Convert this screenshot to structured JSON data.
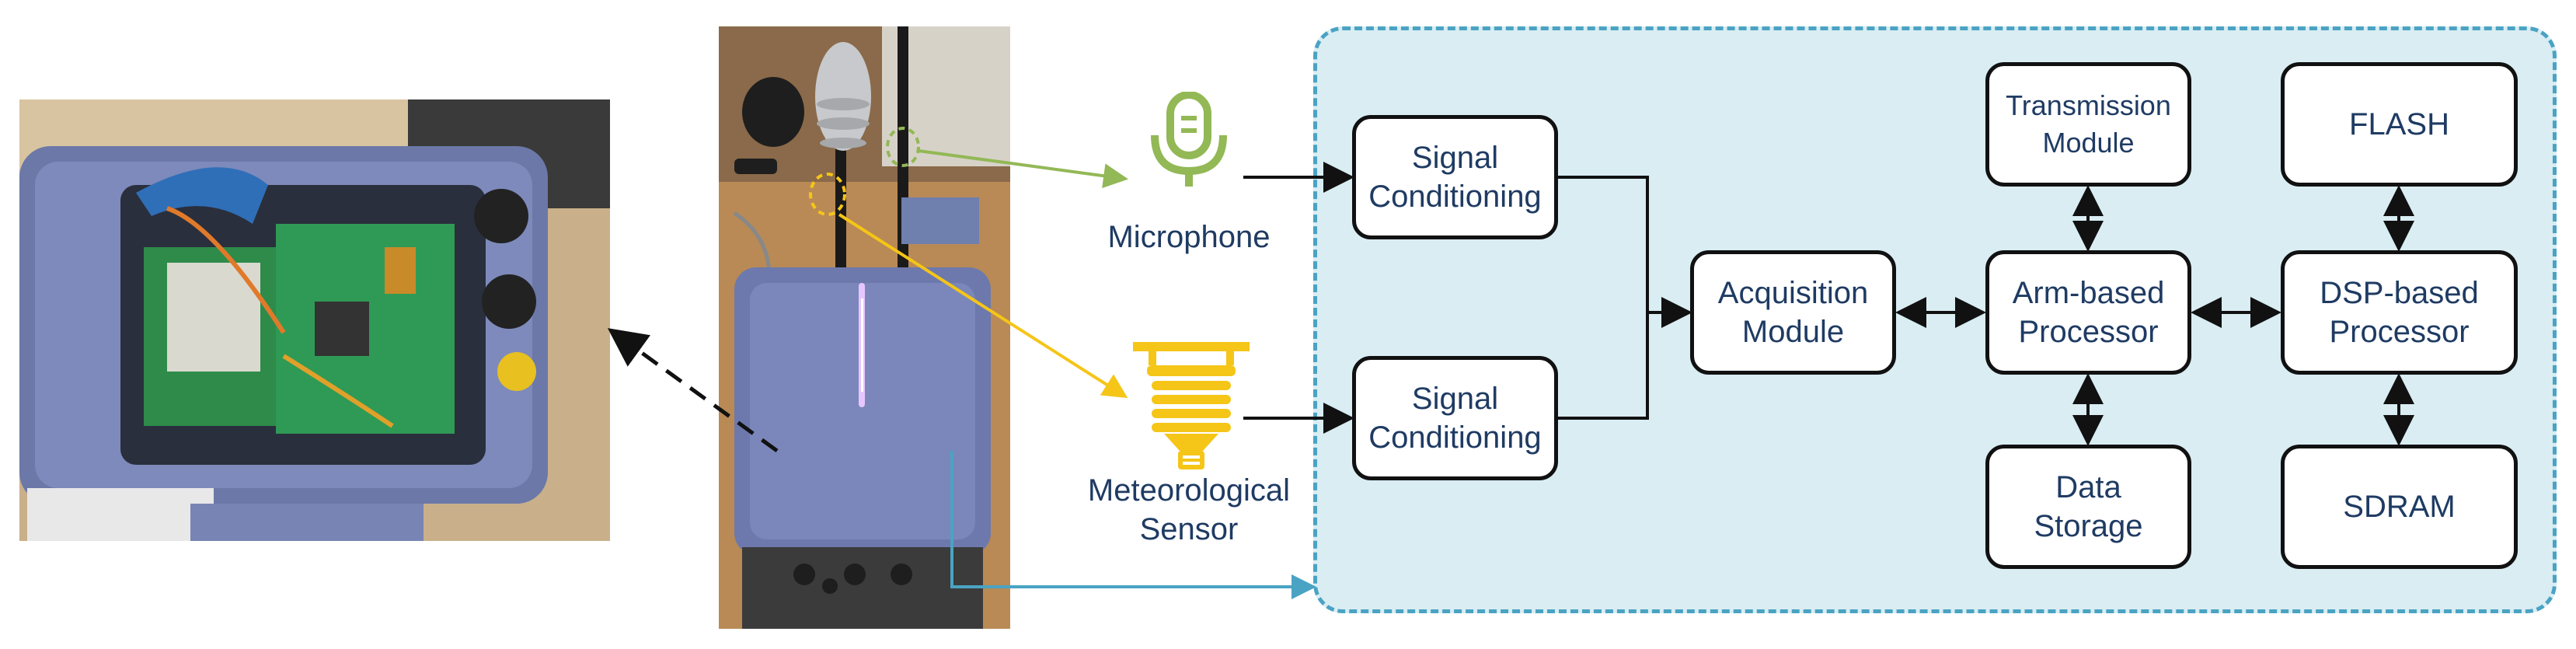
{
  "colors": {
    "panel_fill": "#d9edf3",
    "panel_border": "#4aa3c3",
    "block_text": "#1f3b63",
    "microphone_green": "#93b856",
    "sensor_yellow": "#f5c518",
    "arrow_black": "#111111"
  },
  "sensors": {
    "microphone": {
      "label": "Microphone",
      "icon": "microphone-icon"
    },
    "meteorological": {
      "label": "Meteorological\nSensor",
      "icon": "weather-station-icon"
    }
  },
  "blocks": {
    "signal_conditioning_1": "Signal\nConditioning",
    "signal_conditioning_2": "Signal\nConditioning",
    "acquisition_module": "Acquisition\nModule",
    "arm_processor": "Arm-based\nProcessor",
    "transmission_module": "Transmission\nModule",
    "data_storage": "Data\nStorage",
    "dsp_processor": "DSP-based\nProcessor",
    "flash": "FLASH",
    "sdram": "SDRAM"
  },
  "photos": {
    "circuit_board": "circuit-board-photo",
    "device": "device-photo"
  }
}
